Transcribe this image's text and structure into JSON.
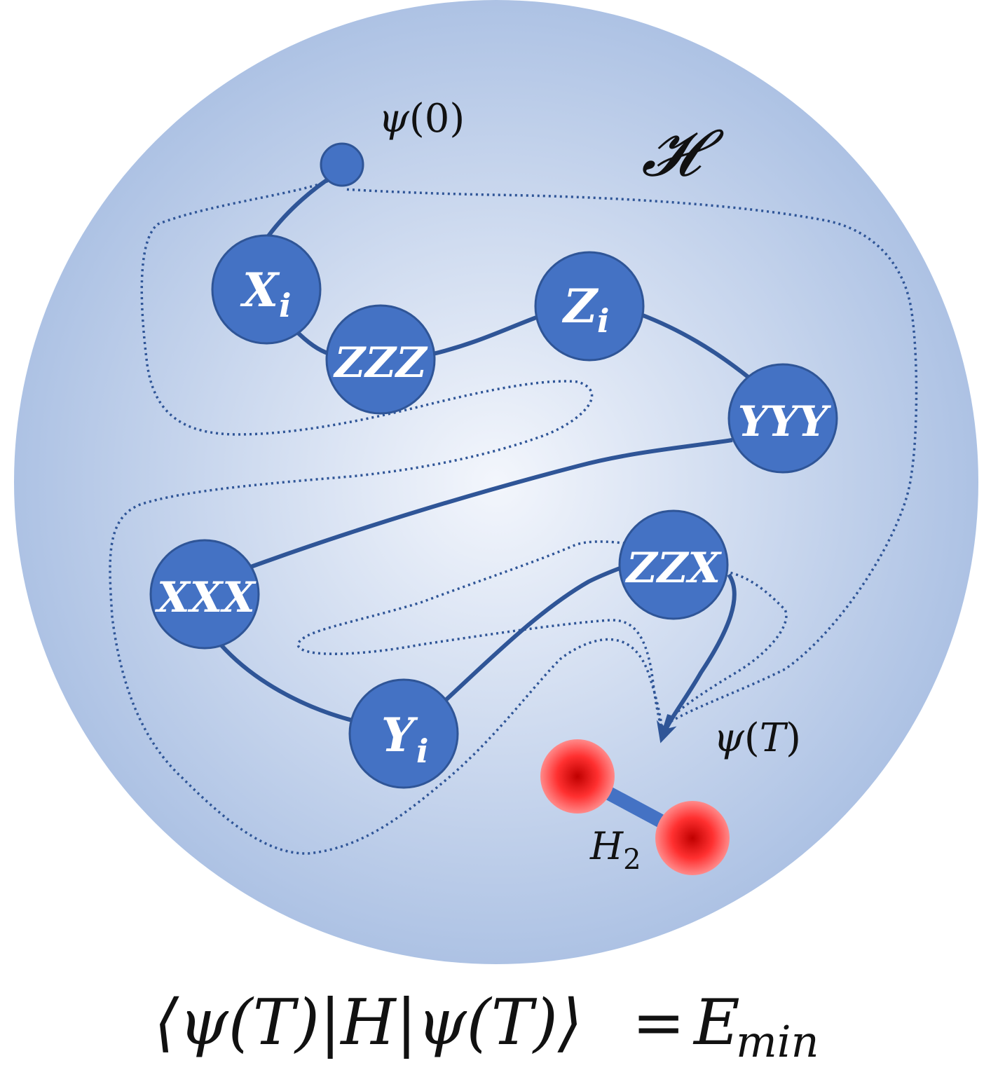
{
  "space_label": "𝓗",
  "start_state": {
    "psi": "ψ",
    "open": "(",
    "arg": "0",
    "close": ")"
  },
  "end_state": {
    "psi": "ψ",
    "open": "(",
    "arg": "T",
    "close": ")"
  },
  "molecule": {
    "base": "H",
    "sub": "2"
  },
  "nodes": [
    {
      "id": "xi",
      "main": "X",
      "sub": "i"
    },
    {
      "id": "zzz",
      "main": "ZZZ",
      "sub": ""
    },
    {
      "id": "zi",
      "main": "Z",
      "sub": "i"
    },
    {
      "id": "yyy",
      "main": "YYY",
      "sub": ""
    },
    {
      "id": "xxx",
      "main": "XXX",
      "sub": ""
    },
    {
      "id": "yi",
      "main": "Y",
      "sub": "i"
    },
    {
      "id": "zzx",
      "main": "ZZX",
      "sub": ""
    }
  ],
  "equation": {
    "lhs": "⟨ψ(T)|H|ψ(T)⟩",
    "eq": "=",
    "rhs_main": "E",
    "rhs_sub": "min"
  },
  "colors": {
    "sphere_center": "#f3f6fc",
    "sphere_edge": "#adc2e4",
    "node_fill": "#4472c4",
    "node_stroke": "#2f5597",
    "path": "#2f5597",
    "atom_core": "#c00000",
    "atom_edge": "#ff6b6b"
  }
}
